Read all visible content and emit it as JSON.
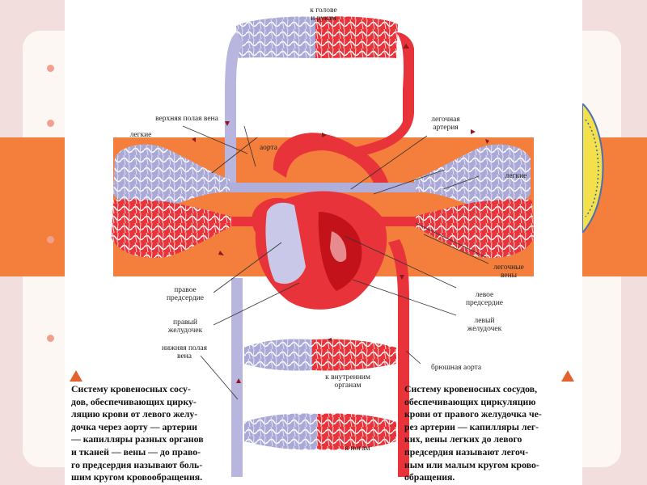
{
  "diagram": {
    "labels": {
      "head_arms": "к голове\nи рукам",
      "superior_vena_cava": "верхняя полая вена",
      "pulmonary_artery": "легочная\nартерия",
      "lungs_left": "легкие",
      "aorta": "аорта",
      "lungs_right": "легкие",
      "pulmonary_veins": "легочные\nвены",
      "right_atrium": "правое\nпредсердие",
      "left_atrium": "левое\nпредсердие",
      "right_ventricle": "правый\nжелудочек",
      "left_ventricle": "левый\nжелудочек",
      "inferior_vena_cava": "нижняя полая\nвена",
      "abdominal_aorta": "брюшная аорта",
      "internal_organs": "к внутренним\nорганам",
      "legs": "к ногам"
    },
    "captions": {
      "left": "Систему кровеносных сосу-\nдов, обеспечивающих цирку-\nляцию крови от левого желу-\nдочка через аорту — артерии\n— капилляры разных органов\nи тканей — вены — до право-\nго предсердия называют боль-\nшим кругом кровообращения.",
      "right": "Систему кровеносных сосудов,\nобеспечивающих циркуляцию\nкрови от правого желудочка че-\nрез артерии — капилляры лег-\nких, вены легких до левого\nпредсердия называют легоч-\nным или малым кругом крово-\nобращения."
    }
  },
  "colors": {
    "artery": "#e8333a",
    "vein": "#a9a8d6",
    "band": "#f47f3c",
    "accent_triangle": "#e4622d"
  }
}
